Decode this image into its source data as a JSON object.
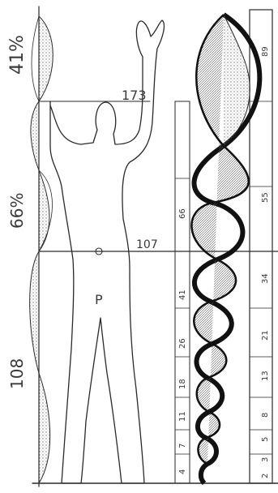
{
  "sketch": {
    "labels": {
      "top_percent": "41%",
      "mid_percent": "66%",
      "lower_left": "108",
      "head_height": "173",
      "navel_height": "107",
      "fig_mark": "P"
    },
    "scale_left_numbers": [
      "4",
      "7",
      "11",
      "18",
      "26",
      "41",
      "66"
    ],
    "scale_right_numbers": [
      "2",
      "3",
      "5",
      "8",
      "13",
      "21",
      "34",
      "55",
      "89"
    ],
    "colors": {
      "ink": "#2a2a2a",
      "paper": "#ffffff",
      "stipple": "#8a8a8a"
    }
  }
}
